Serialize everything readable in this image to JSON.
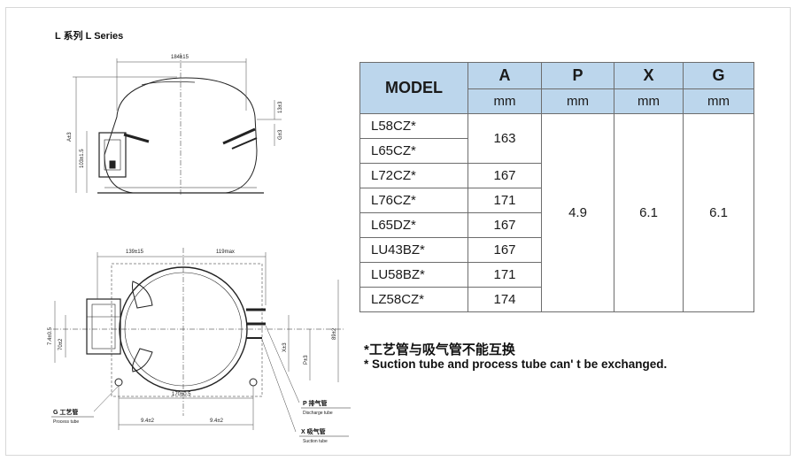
{
  "series_title": "L 系列  L Series",
  "drawing": {
    "top_view": {
      "width_dim": "184±15",
      "height_total": "A±3",
      "height_mid": "103±1.5",
      "right_dim_1": "13±3",
      "right_dim_2": "G±3"
    },
    "bottom_view": {
      "left_dim": "139±15",
      "right_dim": "119max",
      "base_dim": "170±0.5",
      "left_spacing": "9.4±2",
      "right_spacing": "9.4±2",
      "side_dim_1": "7.4±0.5",
      "side_dim_2": "70±2",
      "right_side_1": "X±3",
      "right_side_2": "P±3",
      "right_side_3": "89±2"
    },
    "callouts": {
      "process_cn": "G 工艺管",
      "process_en": "Process tube",
      "discharge_cn": "P  排气管",
      "discharge_en": "Discharge tube",
      "suction_cn": "X  吸气管",
      "suction_en": "Suction tube"
    }
  },
  "table": {
    "headers": [
      "MODEL",
      "A",
      "P",
      "X",
      "G"
    ],
    "units": [
      "mm",
      "mm",
      "mm",
      "mm"
    ],
    "models": [
      "L58CZ*",
      "L65CZ*",
      "L72CZ*",
      "L76CZ*",
      "L65DZ*",
      "LU43BZ*",
      "LU58BZ*",
      "LZ58CZ*"
    ],
    "a_values": [
      "163",
      "167",
      "171",
      "167",
      "167",
      "171",
      "174"
    ],
    "p_value": "4.9",
    "x_value": "6.1",
    "g_value": "6.1"
  },
  "notes": {
    "cn": "*工艺管与吸气管不能互换",
    "en": "* Suction tube and process tube can' t be exchanged."
  }
}
